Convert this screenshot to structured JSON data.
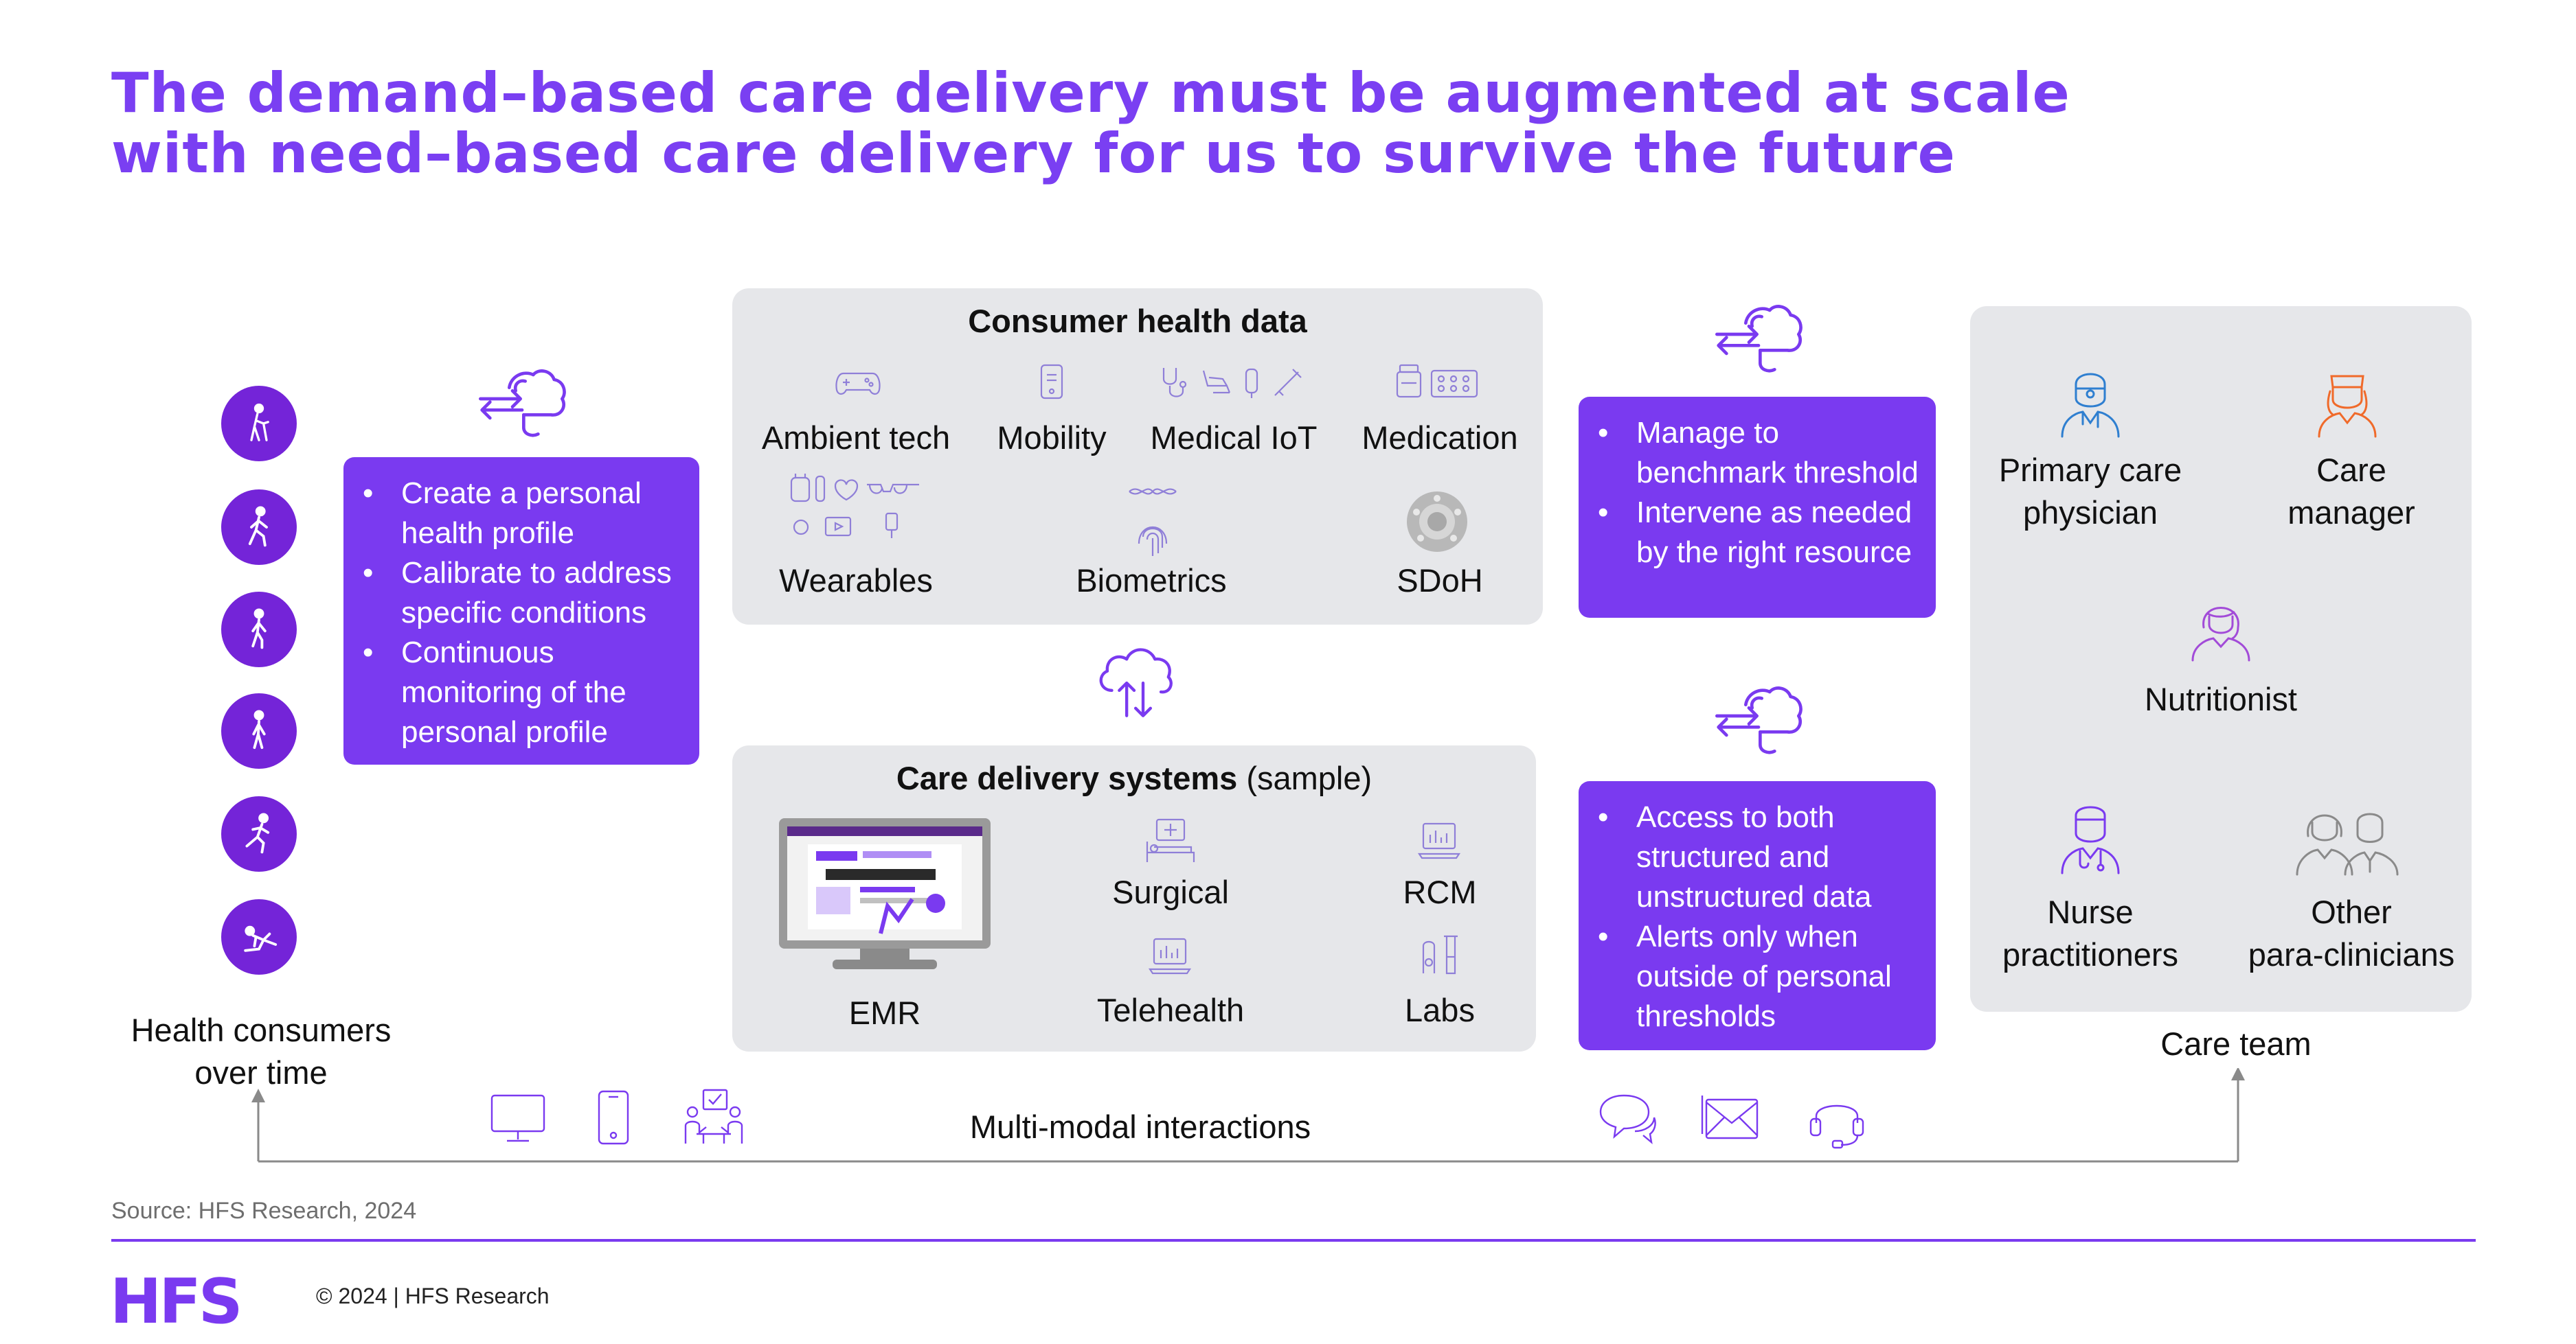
{
  "title": {
    "line1": "The demand–based care delivery must be augmented at scale",
    "line2": "with need–based care delivery for us to survive the future"
  },
  "consumers": {
    "label_line1": "Health consumers",
    "label_line2": "over time",
    "icons": [
      "elderly-cane-icon",
      "walking-person-icon",
      "walking-person-icon",
      "walking-person-icon",
      "running-person-icon",
      "fallen-person-icon"
    ]
  },
  "profile_box": {
    "items": [
      "Create a personal health profile",
      "Calibrate to address specific conditions",
      "Continuous monitoring of the personal profile"
    ]
  },
  "consumer_health_data": {
    "title": "Consumer health data",
    "items": {
      "ambient_tech": "Ambient tech",
      "mobility": "Mobility",
      "medical_iot": "Medical IoT",
      "medication": "Medication",
      "wearables": "Wearables",
      "biometrics": "Biometrics",
      "sdoh": "SDoH"
    }
  },
  "care_delivery_systems": {
    "title": "Care delivery systems",
    "subtitle": "(sample)",
    "items": {
      "emr": "EMR",
      "surgical": "Surgical",
      "rcm": "RCM",
      "telehealth": "Telehealth",
      "labs": "Labs"
    }
  },
  "threshold_box": {
    "items": [
      "Manage to benchmark threshold",
      "Intervene as needed by the right resource"
    ]
  },
  "access_box": {
    "items": [
      "Access to both structured and unstructured data",
      "Alerts only when outside of personal thresholds"
    ]
  },
  "care_team": {
    "label": "Care team",
    "members": {
      "pcp_line1": "Primary care",
      "pcp_line2": "physician",
      "cm_line1": "Care",
      "cm_line2": "manager",
      "nutritionist": "Nutritionist",
      "np_line1": "Nurse",
      "np_line2": "practitioners",
      "other_line1": "Other",
      "other_line2": "para-clinicians"
    }
  },
  "interactions": {
    "label": "Multi-modal interactions"
  },
  "footer": {
    "source": "Source: HFS Research, 2024",
    "logo": "HFS",
    "copyright": "© 2024 | HFS Research"
  },
  "colors": {
    "accent": "#7A3AF0",
    "title": "#7A3FF2",
    "circle": "#7424D8",
    "panel": "#E6E7EA",
    "care_manager_icon": "#F06A2A",
    "pcp_icon": "#2F7FD0"
  }
}
